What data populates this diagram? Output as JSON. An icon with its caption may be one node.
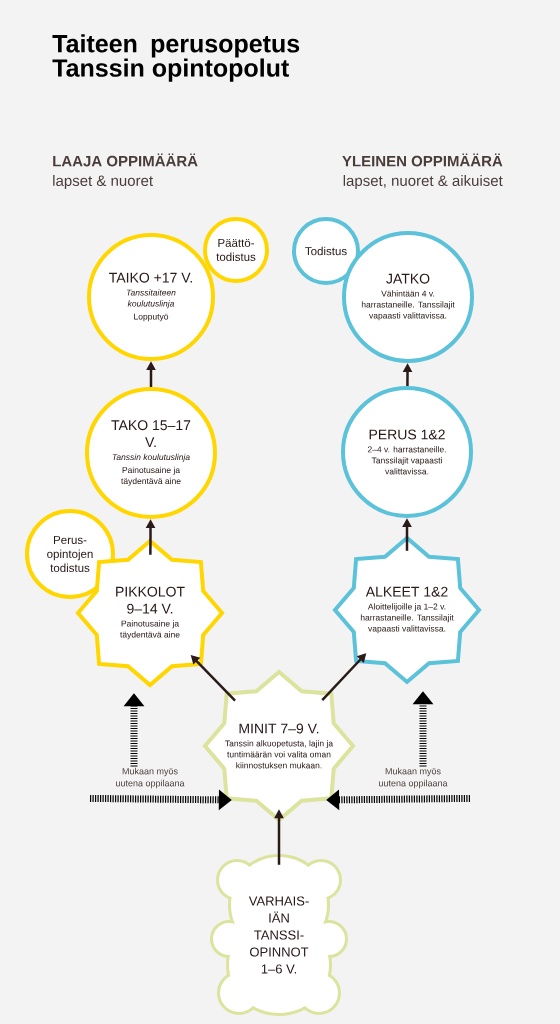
{
  "diagram": {
    "title": "Taiteen perusopetus Tanssin opintopolut",
    "nodes": [
      {
        "text": [
          "TAIKO +17 V.",
          "Tanssitaiteen koulutuslinja",
          "Lopputyö"
        ]
      },
      {
        "text": [
          "Päättö- todistus"
        ]
      },
      {
        "text": [
          "TAKO 15–17 V.",
          "Tanssin koulutuslinja",
          "Painotusaine ja täydentävä aine"
        ]
      },
      {
        "text": [
          "Perus- opintojen todistus"
        ]
      },
      {
        "text": [
          "PIKKOLOT 9–14 V.",
          "Painotusaine ja täydentävä aine"
        ]
      },
      {
        "text": [
          "Todistus"
        ]
      },
      {
        "text": [
          "JATKO",
          "Vähintään 4 v. harrastaneille. Tanssilajit vapaasti valittavissa."
        ]
      },
      {
        "text": [
          "PERUS 1&2",
          "2–4 v. harrastaneille. Tanssilajit vapaasti valittavissa."
        ]
      },
      {
        "text": [
          "ALKEET 1&2",
          "Aloittelijoille ja 1–2 v. harrastaneille. Tanssilajit vapaasti valittavissa."
        ]
      },
      {
        "text": [
          "MINIT 7–9 V.",
          "Tanssin alkuopetusta, lajin ja tuntimäärän voi valita oman kiinnostuksen mukaan."
        ]
      },
      {
        "text": [
          "VARHAIS- IÄN TANSSI- OPINNOT 1–6 V."
        ]
      },
      {
        "text": [
          "Mukaan myös uutena oppilaana"
        ]
      },
      {
        "text": [
          "Mukaan myös uutena oppilaana"
        ]
      }
    ],
    "edges": [
      {
        "from": 10,
        "to": 9,
        "arrow": "to"
      },
      {
        "from": 9,
        "to": 4,
        "arrow": "to"
      },
      {
        "from": 9,
        "to": 8,
        "arrow": "to"
      },
      {
        "from": 4,
        "to": 2,
        "arrow": "to"
      },
      {
        "from": 2,
        "to": 0,
        "arrow": "to"
      },
      {
        "from": 8,
        "to": 7,
        "arrow": "to"
      },
      {
        "from": 7,
        "to": 6,
        "arrow": "to"
      },
      {
        "from": 11,
        "to": 4,
        "arrow": "to",
        "style": "dashed"
      },
      {
        "from": 11,
        "to": 9,
        "arrow": "to",
        "style": "dashed"
      },
      {
        "from": 12,
        "to": 8,
        "arrow": "to",
        "style": "dashed"
      },
      {
        "from": 12,
        "to": 9,
        "arrow": "to",
        "style": "dashed"
      }
    ],
    "labels": [
      "LAAJA OPPIMÄÄRÄ",
      "lapset & nuoret",
      "YLEINEN OPPIMÄÄRÄ",
      "lapset, nuoret & aikuiset"
    ]
  }
}
